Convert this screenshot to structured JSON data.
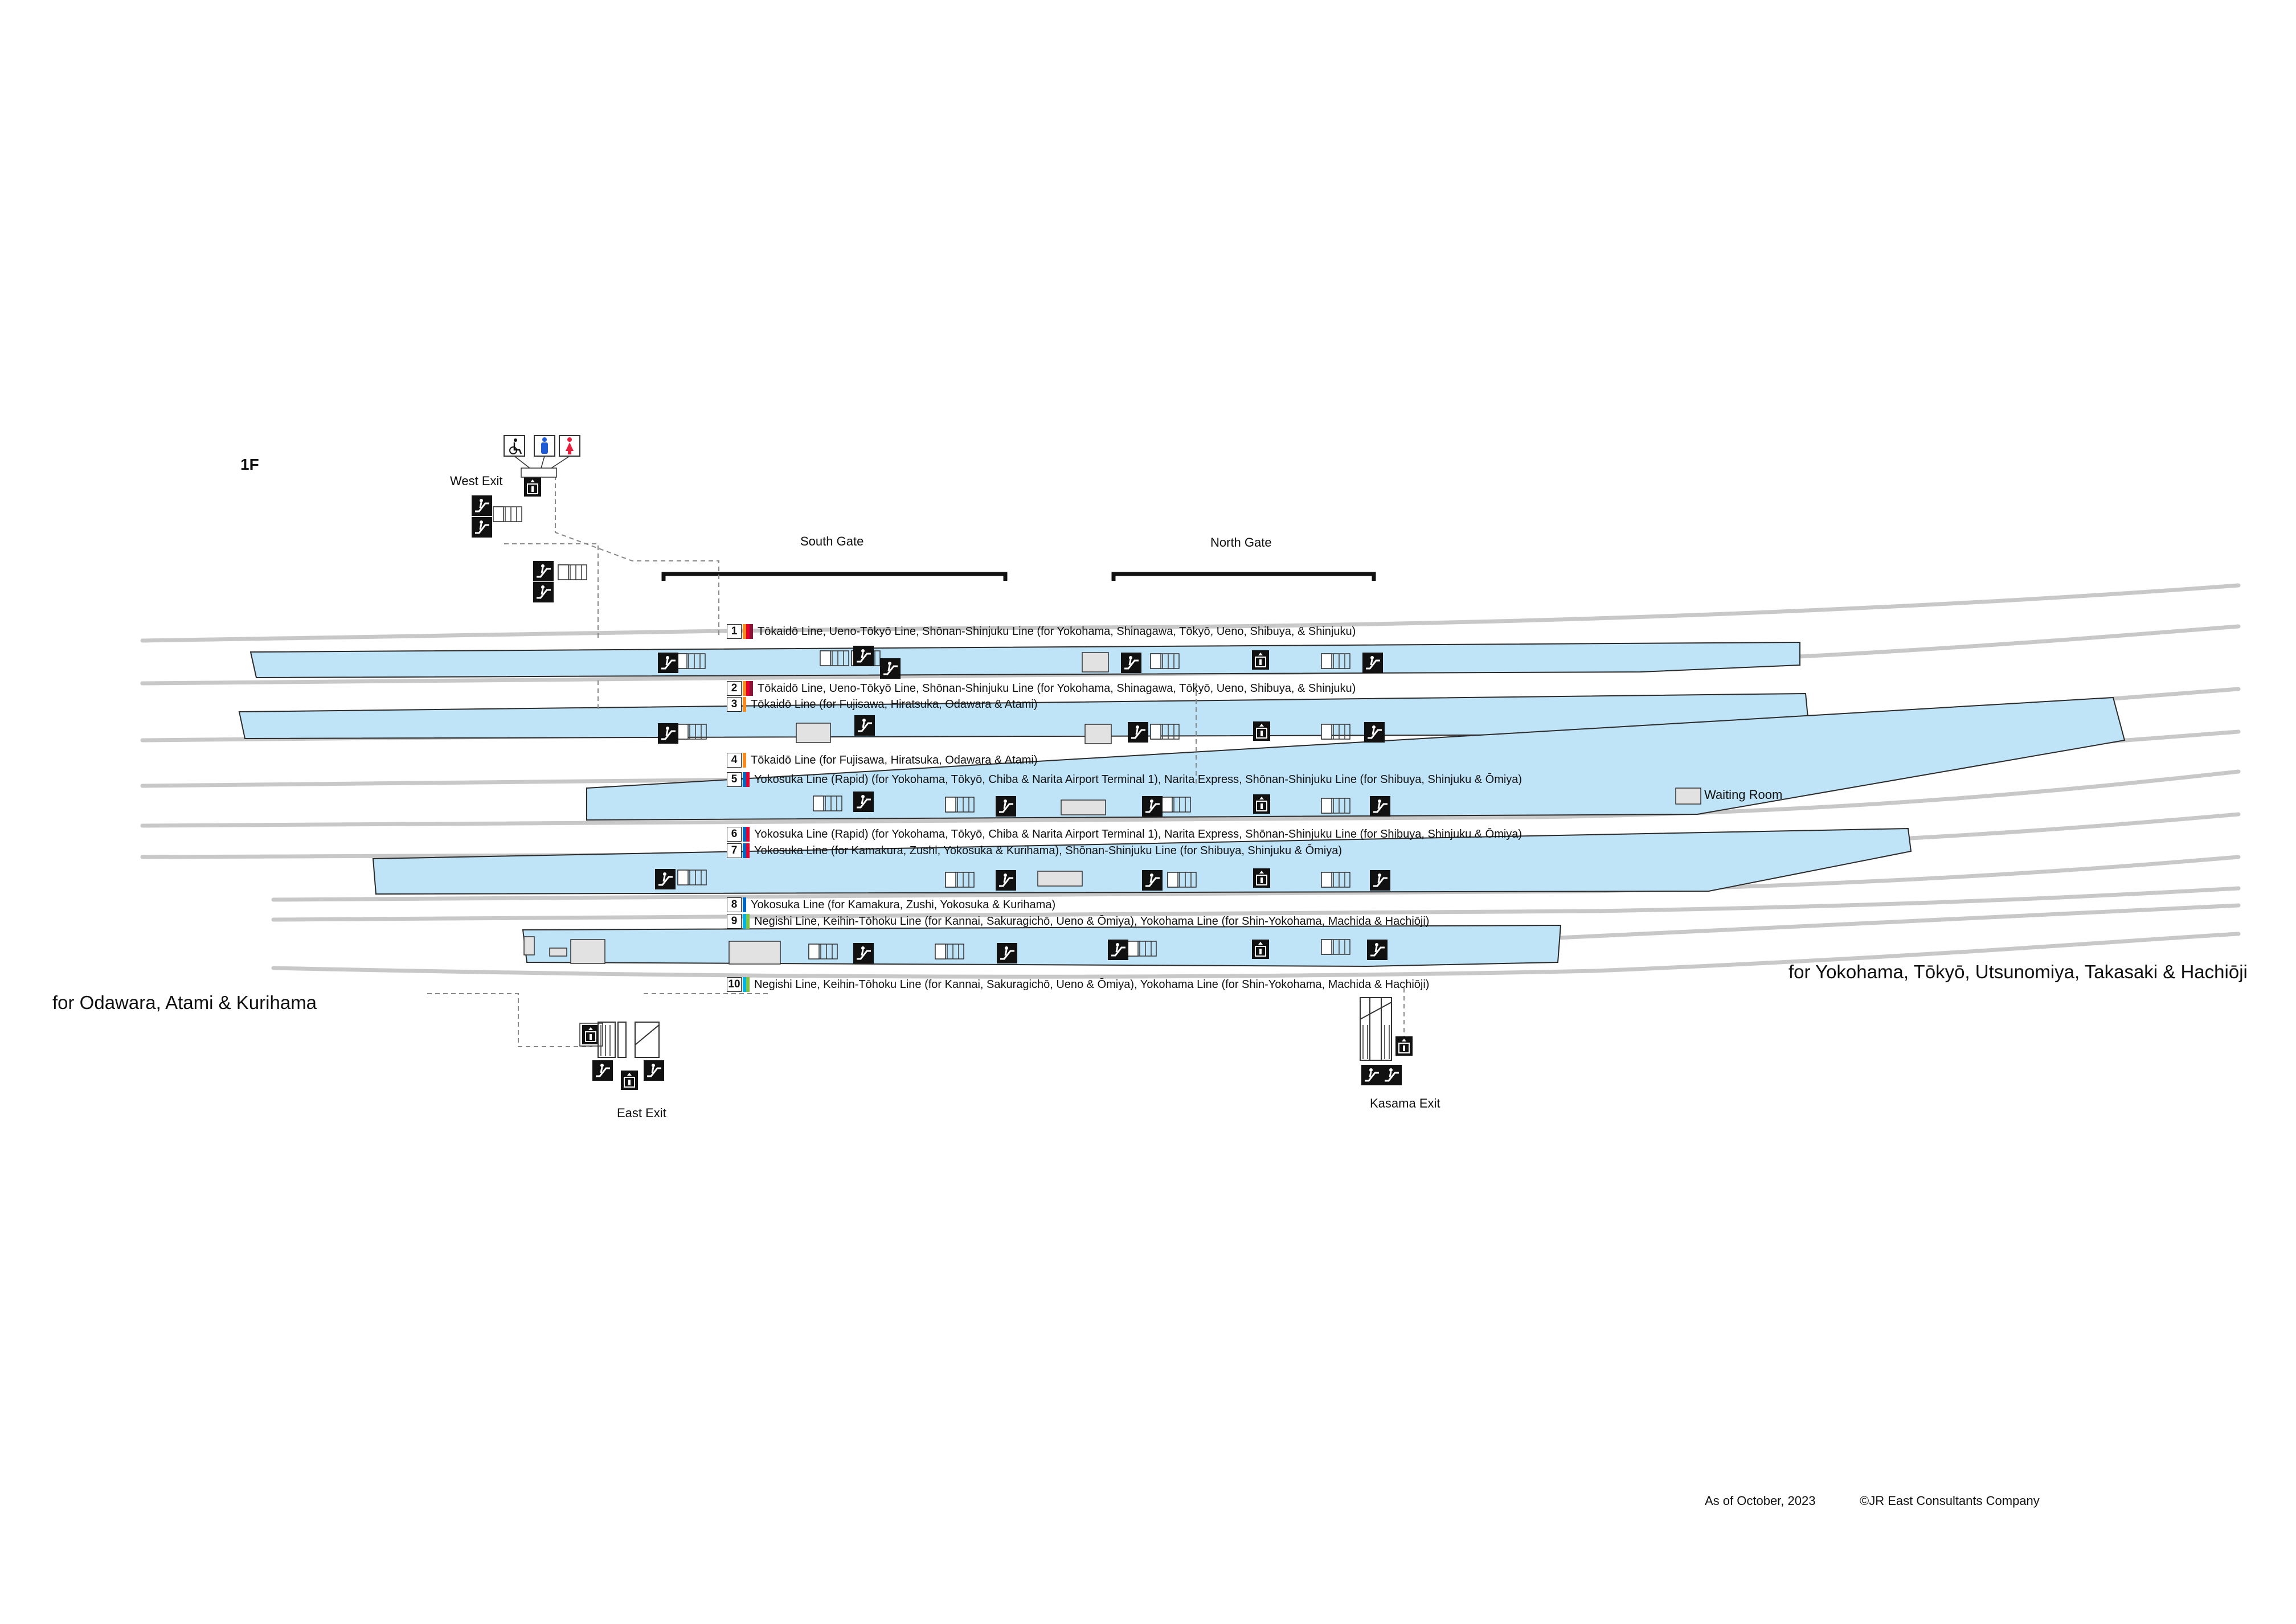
{
  "floor": "1F",
  "gates": {
    "south": "South Gate",
    "north": "North Gate"
  },
  "exits": {
    "west": "West Exit",
    "east": "East Exit",
    "kasama": "Kasama Exit"
  },
  "rooms": {
    "waiting": "Waiting Room"
  },
  "directions": {
    "west_bound": "for Odawara, Atami & Kurihama",
    "east_bound": "for Yokohama, Tōkyō, Utsunomiya, Takasaki & Hachiōji"
  },
  "platforms": [
    {
      "num": "1",
      "colors": [
        "#f68b1e",
        "#e6002d",
        "#8a1538"
      ],
      "text": "Tōkaidō Line, Ueno-Tōkyō Line, Shōnan-Shinjuku Line (for Yokohama, Shinagawa, Tōkyō, Ueno, Shibuya, & Shinjuku)"
    },
    {
      "num": "2",
      "colors": [
        "#f68b1e",
        "#e6002d",
        "#8a1538"
      ],
      "text": "Tōkaidō Line, Ueno-Tōkyō Line, Shōnan-Shinjuku Line (for Yokohama, Shinagawa, Tōkyō, Ueno, Shibuya, & Shinjuku)"
    },
    {
      "num": "3",
      "colors": [
        "#f68b1e"
      ],
      "text": "Tōkaidō Line (for Fujisawa, Hiratsuka, Odawara & Atami)"
    },
    {
      "num": "4",
      "colors": [
        "#f68b1e"
      ],
      "text": "Tōkaidō Line (for Fujisawa, Hiratsuka, Odawara & Atami)"
    },
    {
      "num": "5",
      "colors": [
        "#0067c0",
        "#e6002d"
      ],
      "text": "Yokosuka Line (Rapid) (for Yokohama, Tōkyō, Chiba & Narita Airport Terminal 1), Narita Express, Shōnan-Shinjuku Line (for Shibuya, Shinjuku & Ōmiya)"
    },
    {
      "num": "6",
      "colors": [
        "#0067c0",
        "#e6002d"
      ],
      "text": "Yokosuka Line (Rapid) (for Yokohama, Tōkyō, Chiba & Narita Airport Terminal 1), Narita Express, Shōnan-Shinjuku Line (for Shibuya, Shinjuku & Ōmiya)"
    },
    {
      "num": "7",
      "colors": [
        "#0067c0",
        "#e6002d"
      ],
      "text": "Yokosuka Line (for Kamakura, Zushi, Yokosuka & Kurihama), Shōnan-Shinjuku Line (for Shibuya, Shinjuku & Ōmiya)"
    },
    {
      "num": "8",
      "colors": [
        "#0067c0"
      ],
      "text": "Yokosuka Line (for Kamakura, Zushi, Yokosuka & Kurihama)"
    },
    {
      "num": "9",
      "colors": [
        "#00b2e5",
        "#80c241"
      ],
      "text": "Negishi Line, Keihin-Tōhoku Line (for Kannai, Sakuragichō, Ueno & Ōmiya), Yokohama Line (for Shin-Yokohama, Machida & Hachiōji)"
    },
    {
      "num": "10",
      "colors": [
        "#00b2e5",
        "#80c241"
      ],
      "text": "Negishi Line, Keihin-Tōhoku Line (for Kannai, Sakuragichō, Ueno & Ōmiya), Yokohama Line (for Shin-Yokohama, Machida & Hachiōji)"
    }
  ],
  "footer": {
    "date": "As of October, 2023",
    "copyright": "©JR East Consultants Company"
  },
  "colors": {
    "platform_fill": "#bfe3f7",
    "track": "#c8c8c8",
    "ink": "#111111"
  },
  "icons": [
    "escalator-icon",
    "stairs-icon",
    "elevator-icon",
    "wheelchair-icon",
    "restroom-men-icon",
    "restroom-women-icon",
    "fare-adjustment-icon"
  ]
}
